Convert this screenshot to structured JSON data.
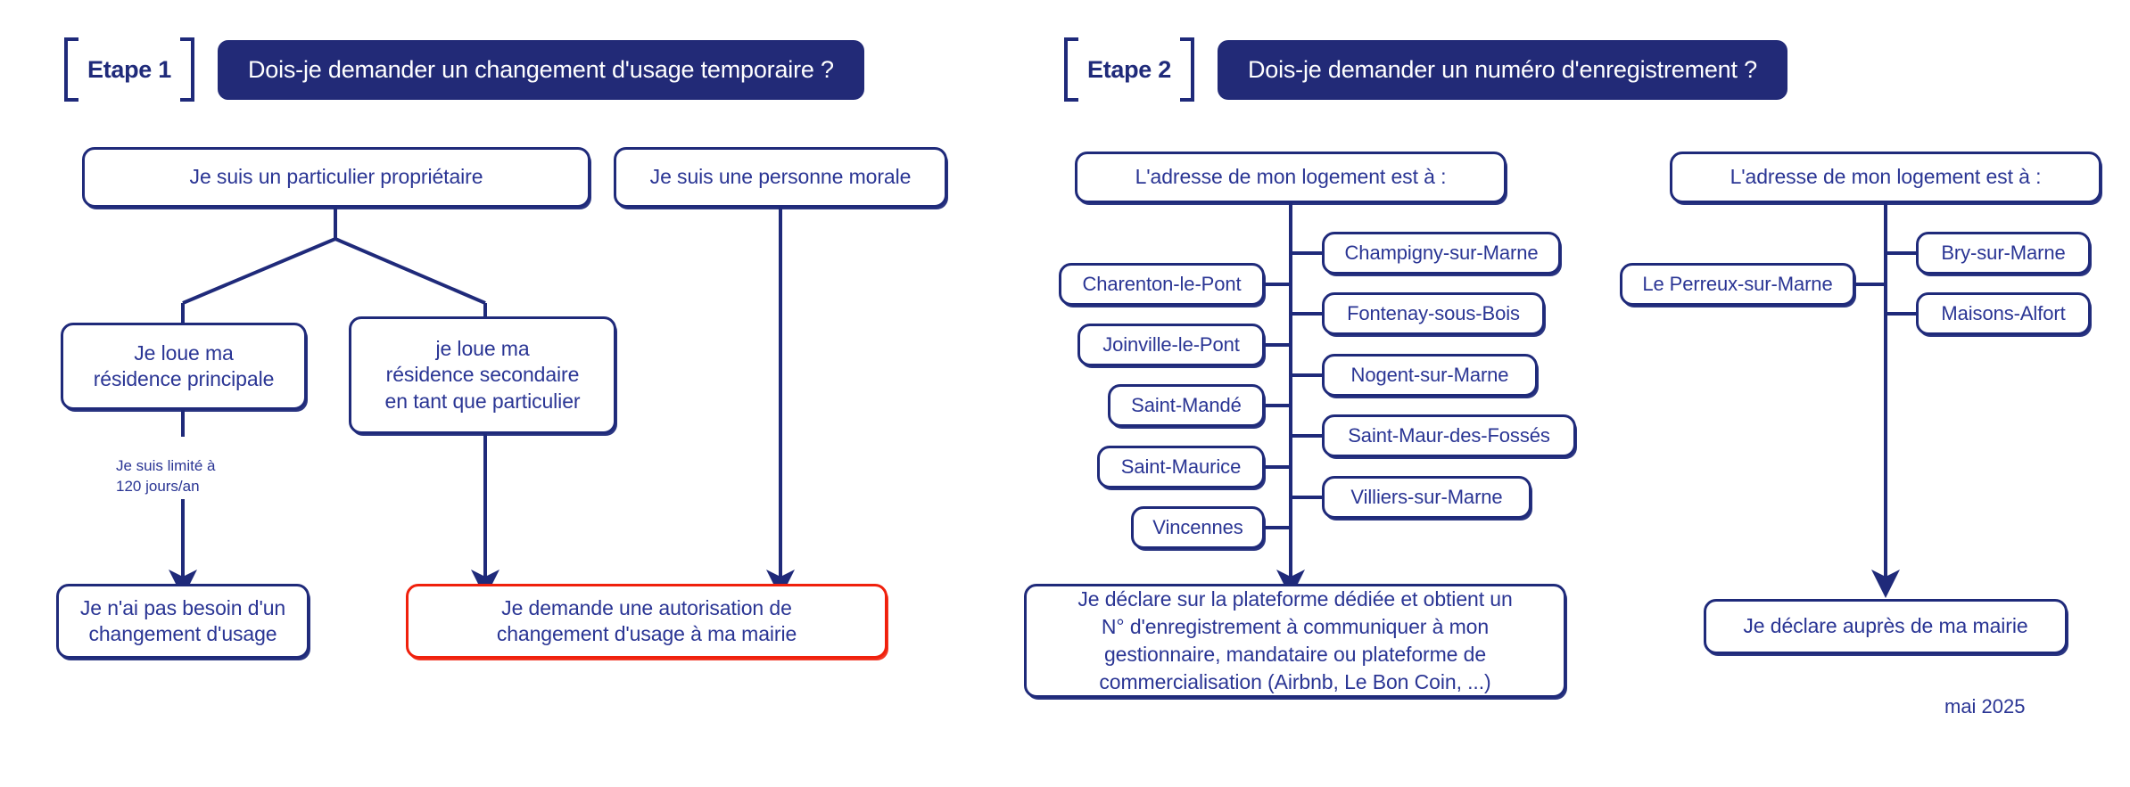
{
  "document": {
    "date_label": "mai 2025",
    "accent_blue": "#1f2a7a",
    "banner_blue": "#222a77",
    "text_blue": "#2a3594",
    "alert_red": "#f0200c"
  },
  "step1": {
    "badge": "Etape 1",
    "banner": "Dois-je demander un changement d'usage temporaire ?",
    "nodes": {
      "particulier": "Je suis un particulier propriétaire",
      "personne_morale": "Je suis une personne morale",
      "residence_principale": "Je loue ma\nrésidence principale",
      "residence_secondaire": "je loue ma\nrésidence secondaire\nen tant que particulier",
      "note_120": "Je suis limité à\n120 jours/an",
      "pas_besoin": "Je n'ai pas besoin d'un\nchangement d'usage",
      "autorisation": "Je demande une autorisation de\nchangement d'usage à ma mairie"
    }
  },
  "step2": {
    "badge": "Etape 2",
    "banner": "Dois-je demander un numéro d'enregistrement ?",
    "group_a": {
      "root": "L'adresse de mon logement est à :",
      "cities_left": [
        "Charenton-le-Pont",
        "Joinville-le-Pont",
        "Saint-Mandé",
        "Saint-Maurice",
        "Vincennes"
      ],
      "cities_right": [
        "Champigny-sur-Marne",
        "Fontenay-sous-Bois",
        "Nogent-sur-Marne",
        "Saint-Maur-des-Fossés",
        "Villiers-sur-Marne"
      ],
      "outcome": "Je déclare sur la plateforme dédiée et obtient un\nN° d'enregistrement à communiquer à mon\ngestionnaire, mandataire ou plateforme de\ncommercialisation (Airbnb, Le Bon Coin, ...)"
    },
    "group_b": {
      "root": "L'adresse de mon logement est à :",
      "cities_left": [
        "Le Perreux-sur-Marne"
      ],
      "cities_right": [
        "Bry-sur-Marne",
        "Maisons-Alfort"
      ],
      "outcome": "Je déclare auprès de ma mairie"
    }
  }
}
